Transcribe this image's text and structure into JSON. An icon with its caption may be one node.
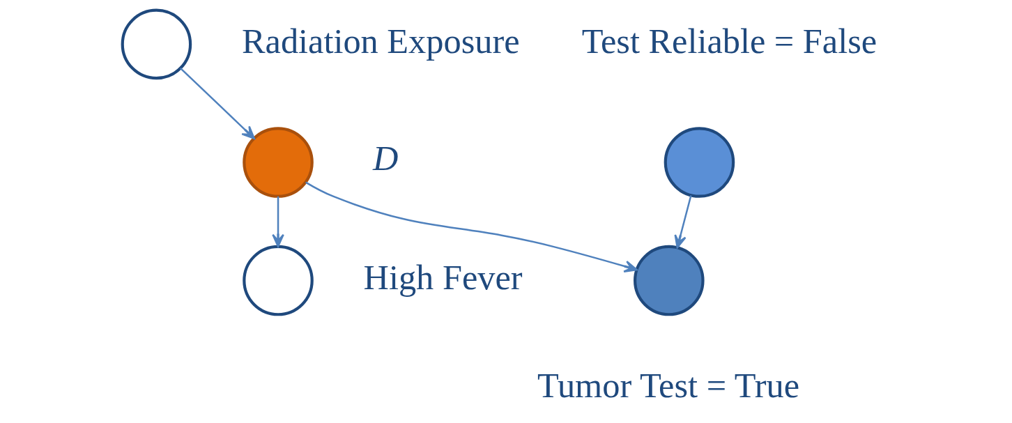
{
  "diagram": {
    "nodes": [
      {
        "text": [],
        "shape": "circle",
        "beside": [
          "Radiation Exposure"
        ]
      },
      {
        "text": [],
        "shape": "circle",
        "beside": [
          "Test Reliable = False"
        ]
      },
      {
        "text": [],
        "shape": "circle",
        "beside": [
          "D"
        ]
      },
      {
        "text": [],
        "shape": "circle",
        "beside": [
          "Tumor Test = True"
        ]
      },
      {
        "text": [],
        "shape": "circle",
        "beside": [
          "High Fever"
        ]
      }
    ],
    "edges": [
      {
        "from": 0,
        "to": 2,
        "arrow": "to"
      },
      {
        "from": 1,
        "to": 3,
        "arrow": "to"
      },
      {
        "from": 2,
        "to": 3,
        "arrow": "to"
      },
      {
        "from": 2,
        "to": 4,
        "arrow": "to"
      }
    ]
  }
}
